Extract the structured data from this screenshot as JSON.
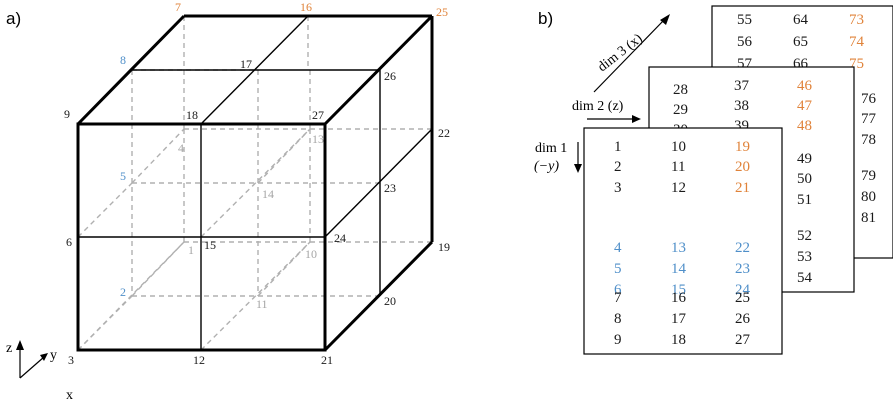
{
  "panel_a": {
    "label": "a)",
    "axes": {
      "z": "z",
      "y": "y",
      "x": "x"
    },
    "nodes": [
      {
        "id": "n1",
        "text": "1",
        "color": "gray"
      },
      {
        "id": "n2",
        "text": "2",
        "color": "blue"
      },
      {
        "id": "n3",
        "text": "3",
        "color": "black"
      },
      {
        "id": "n4",
        "text": "4",
        "color": "gray"
      },
      {
        "id": "n5",
        "text": "5",
        "color": "blue"
      },
      {
        "id": "n6",
        "text": "6",
        "color": "black"
      },
      {
        "id": "n7",
        "text": "7",
        "color": "orange"
      },
      {
        "id": "n8",
        "text": "8",
        "color": "blue"
      },
      {
        "id": "n9",
        "text": "9",
        "color": "black"
      },
      {
        "id": "n10",
        "text": "10",
        "color": "gray"
      },
      {
        "id": "n11",
        "text": "11",
        "color": "gray"
      },
      {
        "id": "n12",
        "text": "12",
        "color": "black"
      },
      {
        "id": "n13",
        "text": "13",
        "color": "gray"
      },
      {
        "id": "n14",
        "text": "14",
        "color": "gray"
      },
      {
        "id": "n15",
        "text": "15",
        "color": "black"
      },
      {
        "id": "n16",
        "text": "16",
        "color": "orange"
      },
      {
        "id": "n17",
        "text": "17",
        "color": "black"
      },
      {
        "id": "n18",
        "text": "18",
        "color": "black"
      },
      {
        "id": "n19",
        "text": "19",
        "color": "black"
      },
      {
        "id": "n20",
        "text": "20",
        "color": "black"
      },
      {
        "id": "n21",
        "text": "21",
        "color": "black"
      },
      {
        "id": "n22",
        "text": "22",
        "color": "black"
      },
      {
        "id": "n23",
        "text": "23",
        "color": "black"
      },
      {
        "id": "n24",
        "text": "24",
        "color": "black"
      },
      {
        "id": "n25",
        "text": "25",
        "color": "orange"
      },
      {
        "id": "n26",
        "text": "26",
        "color": "black"
      },
      {
        "id": "n27",
        "text": "27",
        "color": "black"
      }
    ]
  },
  "panel_b": {
    "label": "b)",
    "dim1_label": "dim 1",
    "dim1_sub": "(−y)",
    "dim2_label": "dim 2 (z)",
    "dim3_label": "dim 3 (x)",
    "sheet_front": {
      "rows": [
        [
          "1",
          "10",
          "19"
        ],
        [
          "2",
          "11",
          "20"
        ],
        [
          "3",
          "12",
          "21"
        ],
        [
          "4",
          "13",
          "22"
        ],
        [
          "5",
          "14",
          "23"
        ],
        [
          "6",
          "15",
          "24"
        ],
        [
          "7",
          "16",
          "25"
        ],
        [
          "8",
          "17",
          "26"
        ],
        [
          "9",
          "18",
          "27"
        ]
      ]
    },
    "sheet_middle": {
      "rows": [
        [
          "28",
          "37",
          "46"
        ],
        [
          "29",
          "38",
          "47"
        ],
        [
          "30",
          "39",
          "48"
        ],
        [
          "",
          "",
          "49"
        ],
        [
          "",
          "",
          "50"
        ],
        [
          "",
          "",
          "51"
        ],
        [
          "",
          "",
          "52"
        ],
        [
          "",
          "",
          "53"
        ],
        [
          "",
          "",
          "54"
        ]
      ]
    },
    "sheet_back": {
      "rows": [
        [
          "55",
          "64",
          "73"
        ],
        [
          "56",
          "65",
          "74"
        ],
        [
          "57",
          "66",
          "75"
        ],
        [
          "",
          "",
          "76"
        ],
        [
          "",
          "",
          "77"
        ],
        [
          "",
          "",
          "78"
        ],
        [
          "",
          "",
          "79"
        ],
        [
          "",
          "",
          "80"
        ],
        [
          "",
          "",
          "81"
        ]
      ]
    },
    "colors": {
      "black": "#1a1a1a",
      "blue": "#4f8fc9",
      "orange": "#e0833a",
      "gray": "#a6a6a6"
    }
  }
}
